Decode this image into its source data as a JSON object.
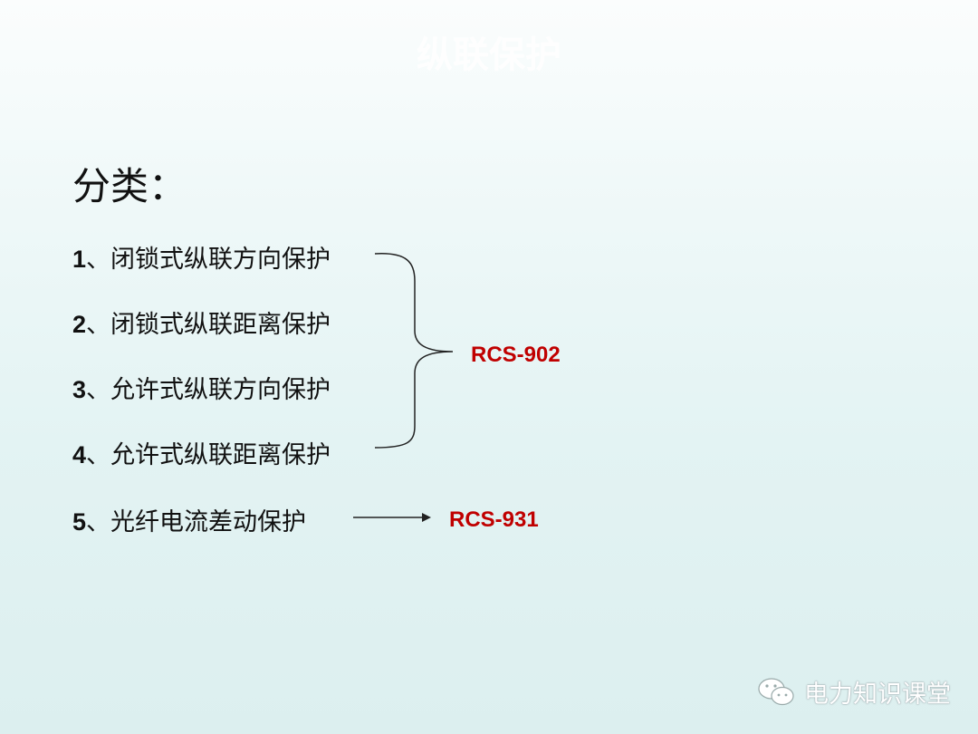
{
  "title": "纵联保护",
  "heading": "分类：",
  "items": [
    {
      "num": "1",
      "text": "、闭锁式纵联方向保护"
    },
    {
      "num": "2",
      "text": "、闭锁式纵联距离保护"
    },
    {
      "num": "3",
      "text": "、允许式纵联方向保护"
    },
    {
      "num": "4",
      "text": "、允许式纵联距离保护"
    },
    {
      "num": "5",
      "text": "、光纤电流差动保护"
    }
  ],
  "models": {
    "group": "RCS-902",
    "fiber": "RCS-931"
  },
  "colors": {
    "model": "#c00000",
    "text": "#111111"
  },
  "watermark": {
    "icon": "wechat-icon",
    "text": "电力知识课堂"
  }
}
